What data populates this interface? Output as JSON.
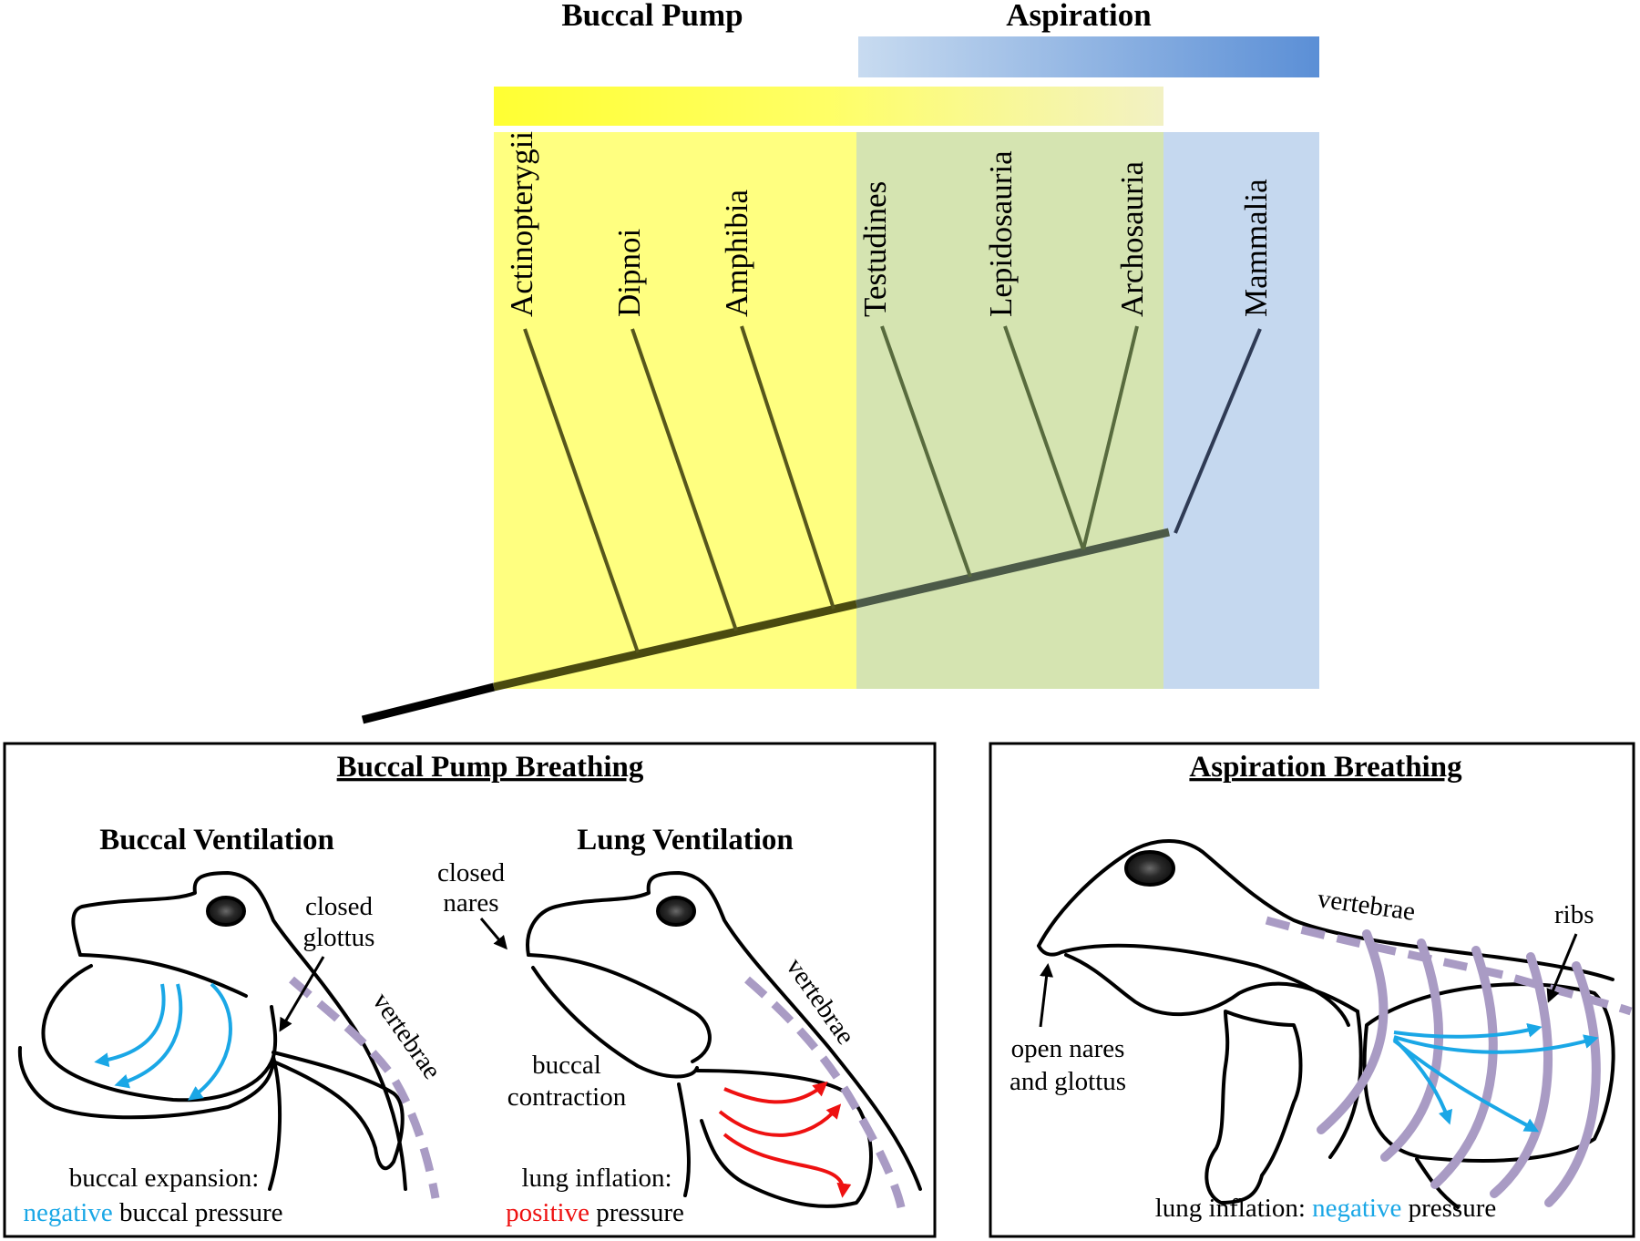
{
  "colors": {
    "buccal_yellow": "#ffff66",
    "aspiration_blue": "#5b8fd6",
    "aspiration_light": "#c5d8ef",
    "overlap_green": "#d5e4b1",
    "vertebrae_purple": "#a99bc4",
    "air_flow_blue": "#1aa7e6",
    "air_flow_red": "#ee1111",
    "eye_dark": "#1c1c1c"
  },
  "legend": {
    "buccal_pump": "Buccal Pump",
    "aspiration": "Aspiration"
  },
  "taxa": [
    "Actinopterygii",
    "Dipnoi",
    "Amphibia",
    "Testudines",
    "Lepidosauria",
    "Archosauria",
    "Mammalia"
  ],
  "panel_buccal": {
    "title": "Buccal Pump Breathing",
    "buccal_ventilation": {
      "title": "Buccal Ventilation",
      "closed_glottus_1": "closed",
      "closed_glottus_2": "glottus",
      "vertebrae": "vertebrae",
      "caption_1": "buccal expansion:",
      "caption_2_colored": "negative",
      "caption_2_rest": " buccal pressure"
    },
    "lung_ventilation": {
      "title": "Lung Ventilation",
      "closed_nares_1": "closed",
      "closed_nares_2": "nares",
      "vertebrae": "vertebrae",
      "buccal_contraction_1": "buccal",
      "buccal_contraction_2": "contraction",
      "caption_1": "lung inflation:",
      "caption_2_colored": "positive",
      "caption_2_rest": " pressure"
    }
  },
  "panel_aspiration": {
    "title": "Aspiration Breathing",
    "vertebrae": "vertebrae",
    "ribs": "ribs",
    "open_nares_1": "open nares",
    "open_nares_2": "and glottus",
    "caption_1": "lung inflation: ",
    "caption_colored": "negative",
    "caption_rest": " pressure"
  }
}
